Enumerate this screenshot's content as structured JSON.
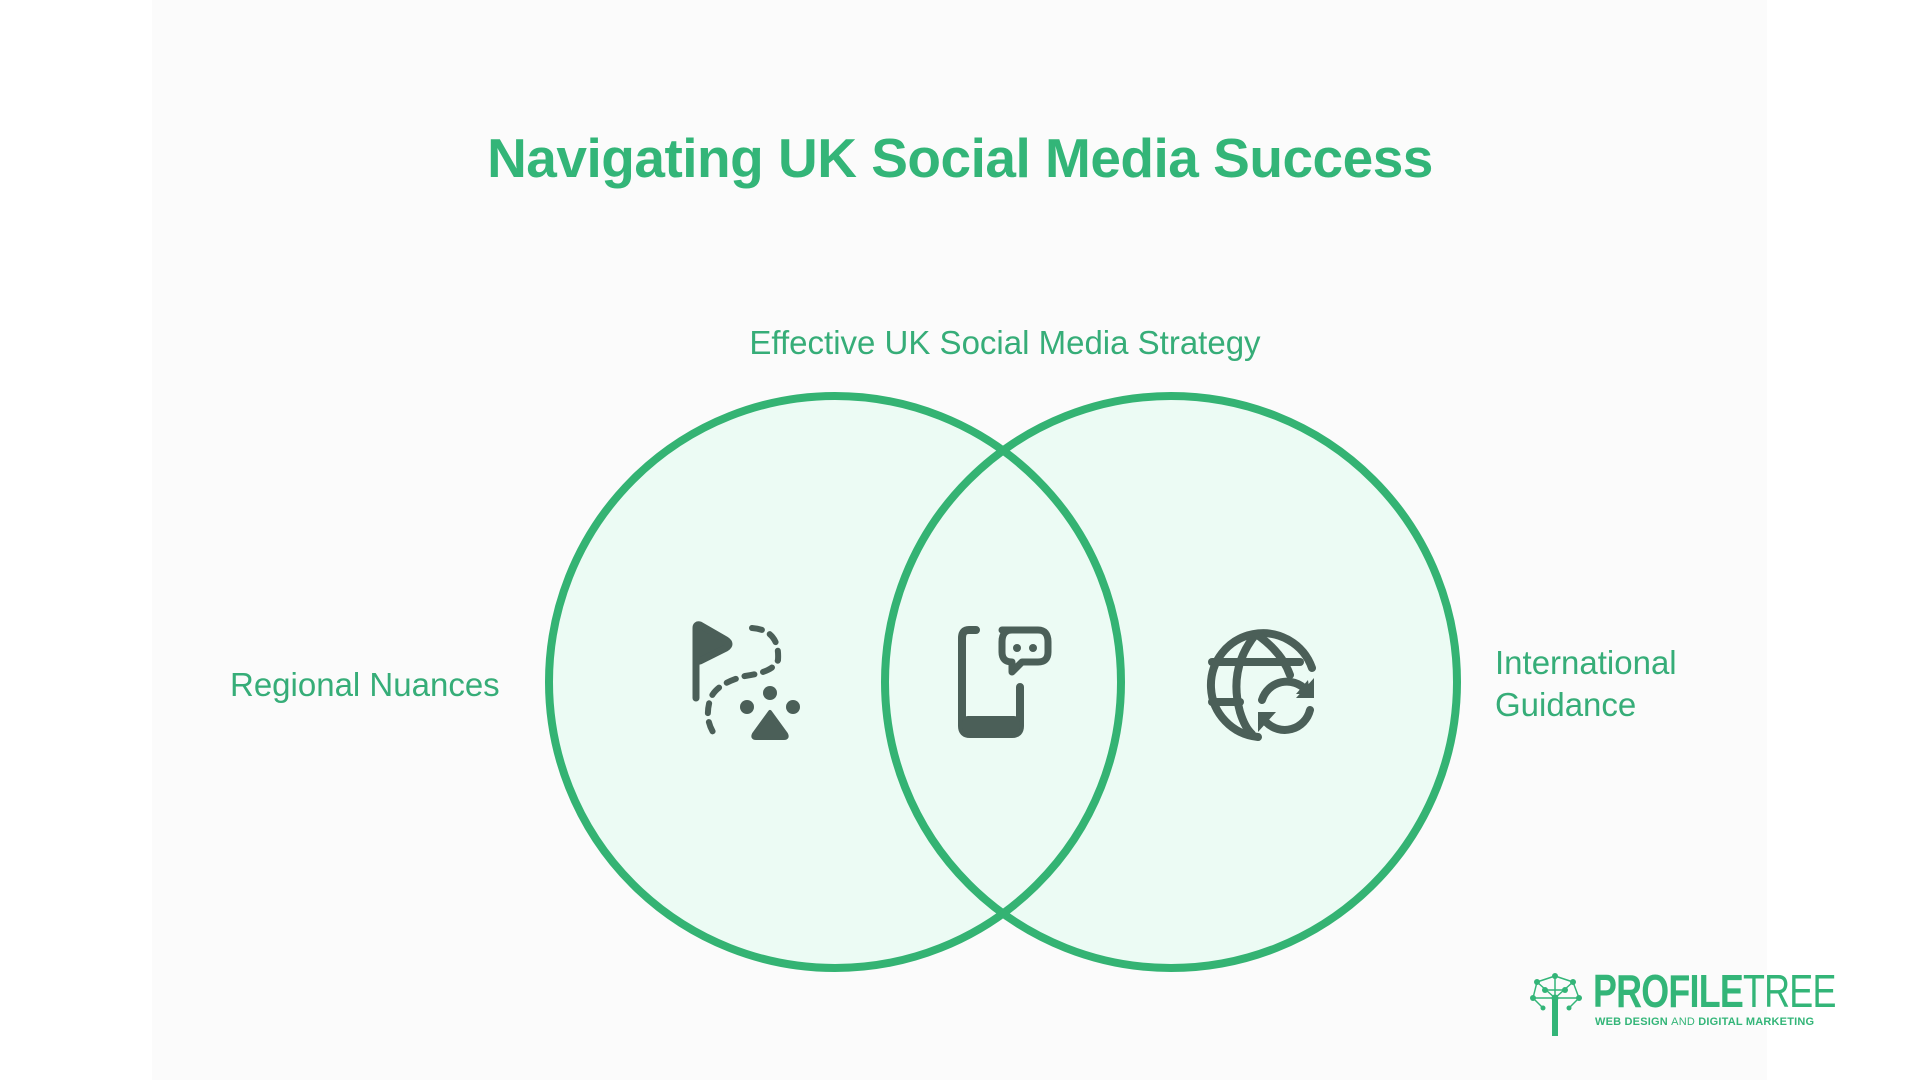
{
  "title": "Navigating UK Social Media Success",
  "colors": {
    "accent": "#33b578",
    "circle_stroke": "#34b373",
    "circle_fill": "#ecfbf4",
    "icon": "#4b5f58",
    "panel_bg": "#fbfbfb",
    "page_bg": "#ffffff"
  },
  "venn": {
    "intersection_label": "Effective UK Social Media Strategy",
    "sets": [
      {
        "label": "Regional Nuances",
        "icon": "flag-route-icon"
      },
      {
        "label": "International Guidance",
        "label_line1": "International",
        "label_line2": "Guidance",
        "icon": "globe-sync-icon"
      }
    ],
    "intersection_icon": "phone-chat-icon"
  },
  "logo": {
    "word_bold": "PROFILE",
    "word_thin": "TREE",
    "tagline_bold_1": "WEB DESIGN ",
    "tagline_thin": "AND",
    "tagline_bold_2": " DIGITAL MARKETING",
    "icon": "tree-network-icon"
  }
}
